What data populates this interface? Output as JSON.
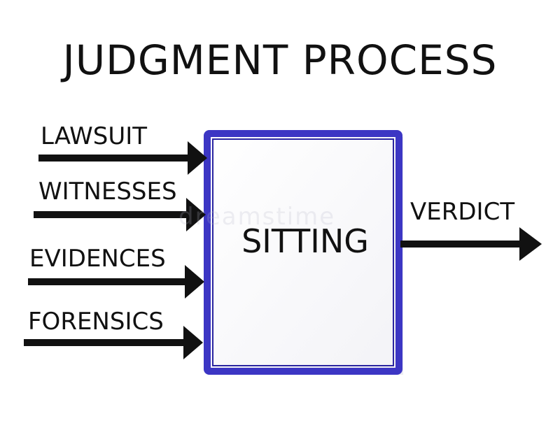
{
  "title": "JUDGMENT PROCESS",
  "process": {
    "label": "SITTING"
  },
  "inputs": [
    {
      "label": "LAWSUIT"
    },
    {
      "label": "WITNESSES"
    },
    {
      "label": "EVIDENCES"
    },
    {
      "label": "FORENSICS"
    }
  ],
  "output": {
    "label": "VERDICT"
  },
  "watermark": "dreamstime",
  "colors": {
    "box_border": "#3c36c4",
    "arrow": "#111111",
    "text": "#111111"
  }
}
